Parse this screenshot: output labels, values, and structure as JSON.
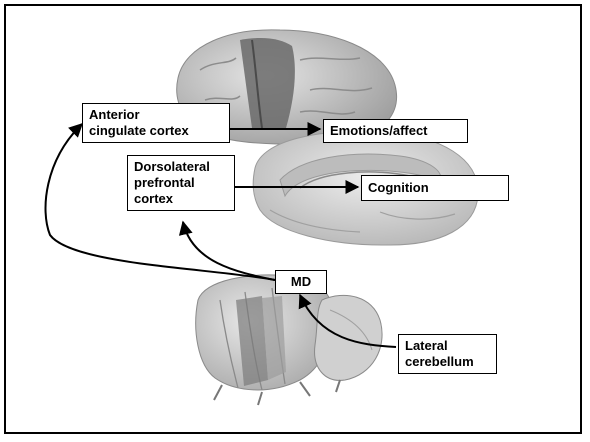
{
  "labels": {
    "acc": [
      "Anterior",
      "cingulate  cortex"
    ],
    "emotions": "Emotions/affect",
    "dlpfc": [
      "Dorsolateral",
      "prefrontal",
      "cortex"
    ],
    "cognition": "Cognition",
    "md": "MD",
    "cerebellum": [
      "Lateral",
      "cerebellum"
    ]
  },
  "colors": {
    "brain_light": "#c9c9c9",
    "brain_mid": "#9a9a9a",
    "brain_dark": "#6e6e6e",
    "highlight": "#5a5a5a"
  }
}
